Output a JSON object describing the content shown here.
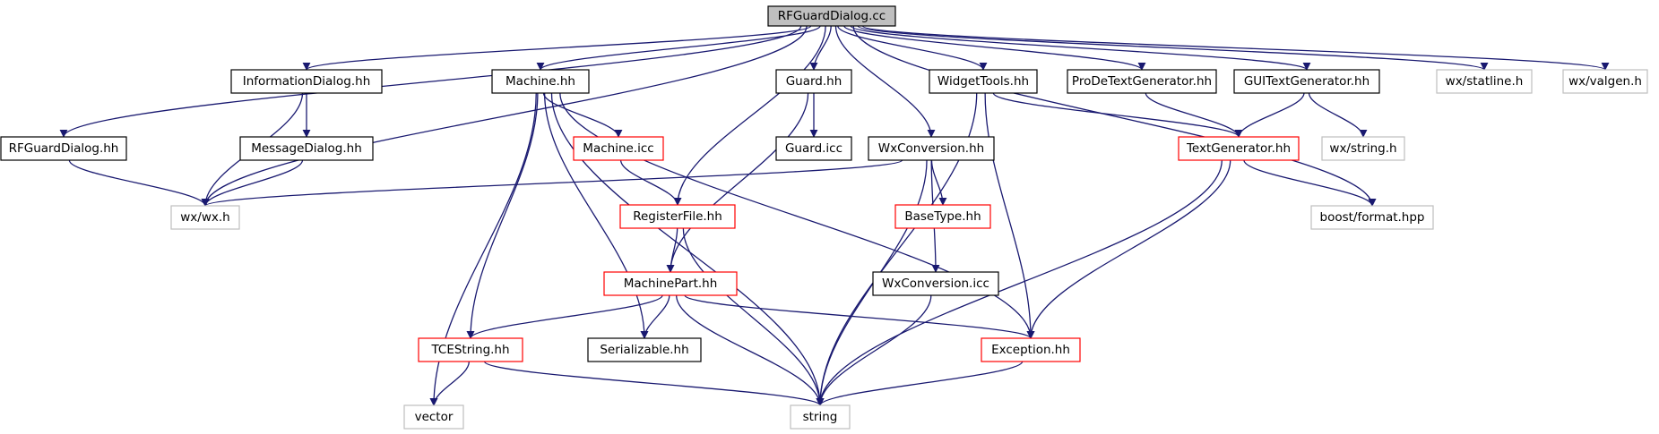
{
  "colors": {
    "edge": "#191970",
    "box_black": "#000000",
    "box_red": "#ff0000",
    "box_gray": "#bfbfbf",
    "root_fill": "#bfbfbf",
    "fill": "#ffffff"
  },
  "nodes": [
    {
      "id": "root",
      "label": "RFGuardDialog.cc",
      "style": "root"
    },
    {
      "id": "rfguarddialog_hh",
      "label": "RFGuardDialog.hh",
      "style": "black"
    },
    {
      "id": "wx_h",
      "label": "wx/wx.h",
      "style": "gray"
    },
    {
      "id": "informationdialog_hh",
      "label": "InformationDialog.hh",
      "style": "black"
    },
    {
      "id": "messagedialog_hh",
      "label": "MessageDialog.hh",
      "style": "black"
    },
    {
      "id": "machine_hh",
      "label": "Machine.hh",
      "style": "black"
    },
    {
      "id": "machine_icc",
      "label": "Machine.icc",
      "style": "red"
    },
    {
      "id": "registerfile_hh",
      "label": "RegisterFile.hh",
      "style": "red"
    },
    {
      "id": "machinepart_hh",
      "label": "MachinePart.hh",
      "style": "red"
    },
    {
      "id": "tcestring_hh",
      "label": "TCEString.hh",
      "style": "red"
    },
    {
      "id": "serializable_hh",
      "label": "Serializable.hh",
      "style": "black"
    },
    {
      "id": "vector",
      "label": "vector",
      "style": "gray"
    },
    {
      "id": "string",
      "label": "string",
      "style": "gray"
    },
    {
      "id": "guard_hh",
      "label": "Guard.hh",
      "style": "black"
    },
    {
      "id": "guard_icc",
      "label": "Guard.icc",
      "style": "black"
    },
    {
      "id": "widgettools_hh",
      "label": "WidgetTools.hh",
      "style": "black"
    },
    {
      "id": "wxconversion_hh",
      "label": "WxConversion.hh",
      "style": "black"
    },
    {
      "id": "basetype_hh",
      "label": "BaseType.hh",
      "style": "red"
    },
    {
      "id": "wxconversion_icc",
      "label": "WxConversion.icc",
      "style": "black"
    },
    {
      "id": "exception_hh",
      "label": "Exception.hh",
      "style": "red"
    },
    {
      "id": "prodetextgenerator_hh",
      "label": "ProDeTextGenerator.hh",
      "style": "black"
    },
    {
      "id": "guitextgenerator_hh",
      "label": "GUITextGenerator.hh",
      "style": "black"
    },
    {
      "id": "textgenerator_hh",
      "label": "TextGenerator.hh",
      "style": "red"
    },
    {
      "id": "wx_string_h",
      "label": "wx/string.h",
      "style": "gray"
    },
    {
      "id": "boost_format_hpp",
      "label": "boost/format.hpp",
      "style": "gray"
    },
    {
      "id": "wx_statline_h",
      "label": "wx/statline.h",
      "style": "gray"
    },
    {
      "id": "wx_valgen_h",
      "label": "wx/valgen.h",
      "style": "gray"
    }
  ],
  "edges": [
    [
      "root",
      "rfguarddialog_hh"
    ],
    [
      "root",
      "wx_h"
    ],
    [
      "root",
      "informationdialog_hh"
    ],
    [
      "root",
      "machine_hh"
    ],
    [
      "root",
      "registerfile_hh"
    ],
    [
      "root",
      "guard_hh"
    ],
    [
      "root",
      "wxconversion_hh"
    ],
    [
      "root",
      "widgettools_hh"
    ],
    [
      "root",
      "prodetextgenerator_hh"
    ],
    [
      "root",
      "guitextgenerator_hh"
    ],
    [
      "root",
      "boost_format_hpp"
    ],
    [
      "root",
      "wx_statline_h"
    ],
    [
      "root",
      "wx_valgen_h"
    ],
    [
      "rfguarddialog_hh",
      "wx_h"
    ],
    [
      "informationdialog_hh",
      "wx_h"
    ],
    [
      "informationdialog_hh",
      "messagedialog_hh"
    ],
    [
      "messagedialog_hh",
      "wx_h"
    ],
    [
      "machine_hh",
      "machine_icc"
    ],
    [
      "machine_hh",
      "exception_hh"
    ],
    [
      "machine_hh",
      "tcestring_hh"
    ],
    [
      "machine_hh",
      "vector"
    ],
    [
      "machine_hh",
      "string"
    ],
    [
      "machine_hh",
      "serializable_hh"
    ],
    [
      "machine_icc",
      "registerfile_hh"
    ],
    [
      "registerfile_hh",
      "machinepart_hh"
    ],
    [
      "registerfile_hh",
      "string"
    ],
    [
      "machinepart_hh",
      "tcestring_hh"
    ],
    [
      "machinepart_hh",
      "serializable_hh"
    ],
    [
      "machinepart_hh",
      "exception_hh"
    ],
    [
      "machinepart_hh",
      "string"
    ],
    [
      "tcestring_hh",
      "vector"
    ],
    [
      "tcestring_hh",
      "string"
    ],
    [
      "guard_hh",
      "guard_icc"
    ],
    [
      "guard_hh",
      "machinepart_hh"
    ],
    [
      "widgettools_hh",
      "textgenerator_hh"
    ],
    [
      "widgettools_hh",
      "exception_hh"
    ],
    [
      "widgettools_hh",
      "string"
    ],
    [
      "wxconversion_hh",
      "wx_h"
    ],
    [
      "wxconversion_hh",
      "basetype_hh"
    ],
    [
      "wxconversion_hh",
      "wxconversion_icc"
    ],
    [
      "wxconversion_hh",
      "string"
    ],
    [
      "wxconversion_icc",
      "string"
    ],
    [
      "exception_hh",
      "string"
    ],
    [
      "prodetextgenerator_hh",
      "textgenerator_hh"
    ],
    [
      "guitextgenerator_hh",
      "textgenerator_hh"
    ],
    [
      "guitextgenerator_hh",
      "wx_string_h"
    ],
    [
      "textgenerator_hh",
      "boost_format_hpp"
    ],
    [
      "textgenerator_hh",
      "exception_hh"
    ],
    [
      "textgenerator_hh",
      "string"
    ]
  ]
}
